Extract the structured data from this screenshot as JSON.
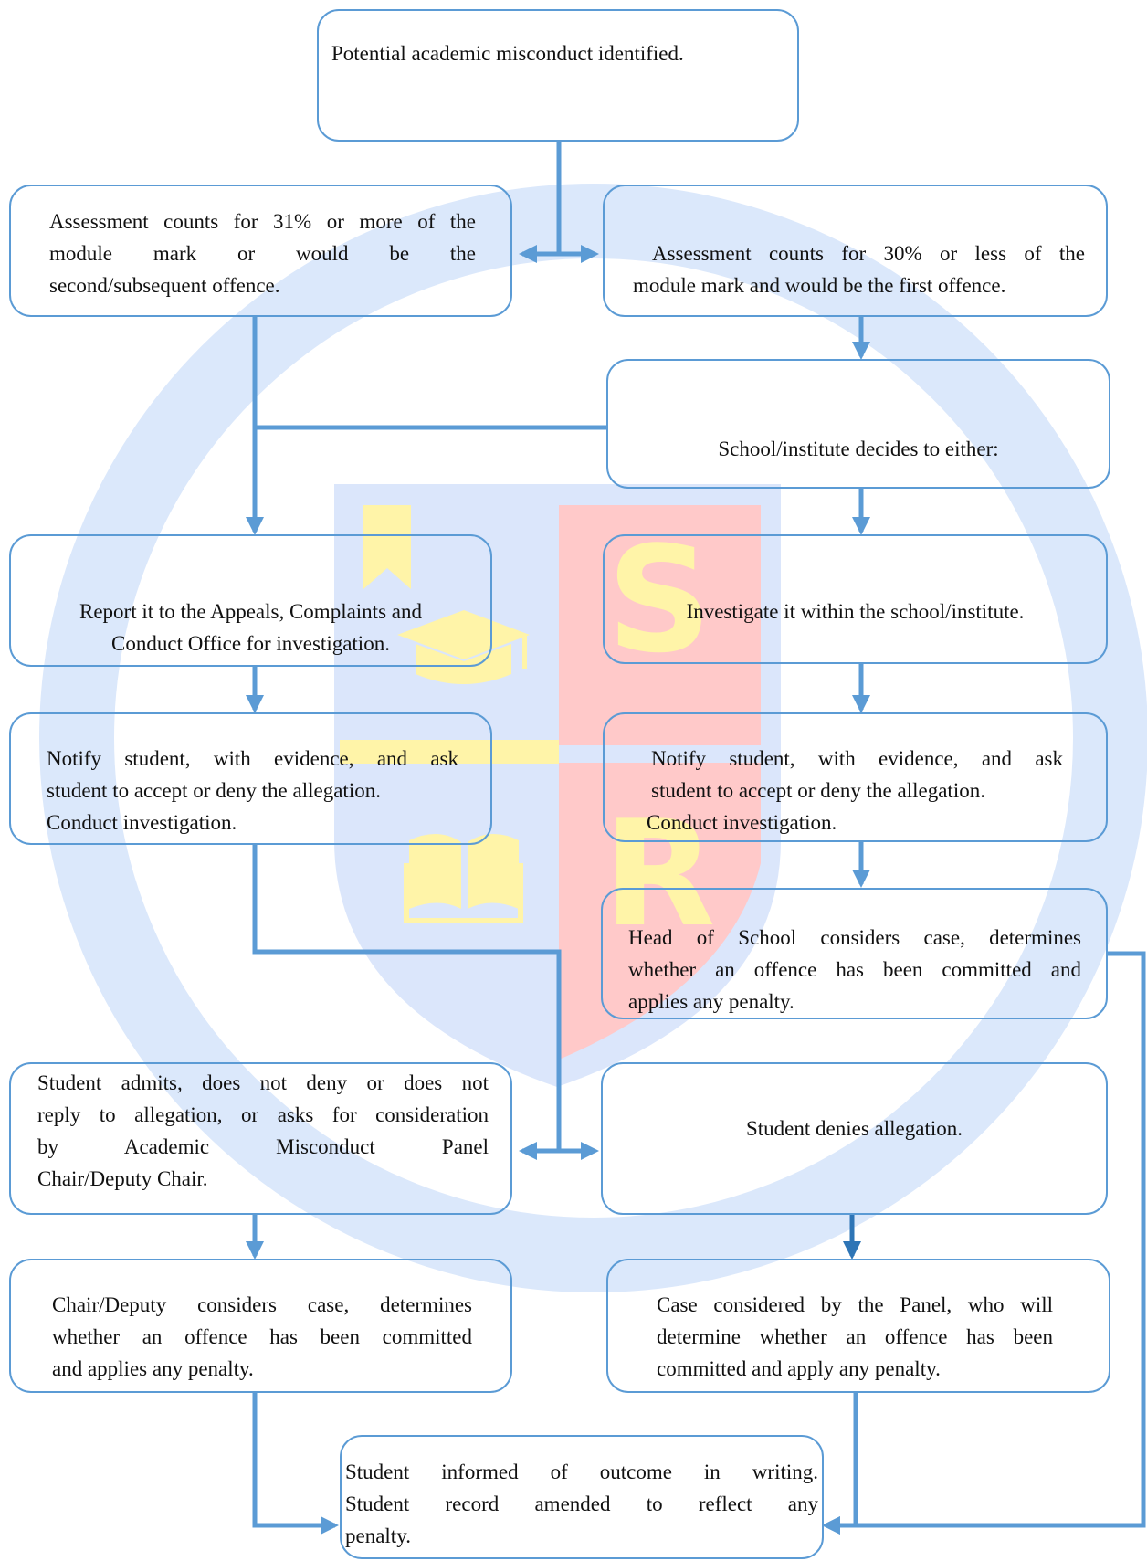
{
  "theme": {
    "connector_color": "#5b9bd5",
    "dark_connector_color": "#2e75b6",
    "border_color": "#5b9bd5",
    "watermark_ring_color": "#dbe8fb",
    "watermark_shield_color": "#dbe6fb",
    "watermark_red": "#ffc9c9",
    "watermark_yellow": "#fff4a8"
  },
  "watermark": {
    "letters": [
      "S",
      "R"
    ],
    "icons": [
      "flag-icon",
      "graduation-cap-icon",
      "open-book-icon"
    ]
  },
  "nodes": {
    "start": "Potential academic misconduct identified.",
    "high_weight": [
      "Assessment counts for 31% or more of the",
      "module mark or would be the",
      "second/subsequent offence."
    ],
    "low_weight": [
      "Assessment counts for 30% or less of the",
      "module mark and would be the first offence."
    ],
    "school_decides": "School/institute decides to either:",
    "report_office": [
      "Report it to the Appeals, Complaints and",
      "Conduct Office for investigation."
    ],
    "investigate_school": "Investigate it within the school/institute.",
    "notify_left": [
      "Notify student, with evidence, and ask",
      "student to accept or deny the allegation.",
      "Conduct investigation."
    ],
    "notify_right": [
      "Notify student, with evidence, and ask",
      "student to accept or deny the allegation.",
      "Conduct investigation."
    ],
    "head_of_school": [
      "Head of School considers case, determines",
      "whether an offence has been committed and",
      "applies any penalty."
    ],
    "student_admits": [
      "Student admits, does not deny or does not",
      "reply to allegation, or asks for consideration",
      "by Academic Misconduct Panel",
      "Chair/Deputy Chair."
    ],
    "student_denies": "Student denies allegation.",
    "chair_considers": [
      "Chair/Deputy considers case, determines",
      "whether an offence has been committed",
      "and applies any penalty."
    ],
    "panel_considers": [
      "Case considered by the Panel, who will",
      "determine whether an offence has been",
      "committed and apply any penalty."
    ],
    "outcome": [
      "Student informed of outcome in writing.",
      "Student record amended to reflect any",
      "penalty."
    ]
  }
}
